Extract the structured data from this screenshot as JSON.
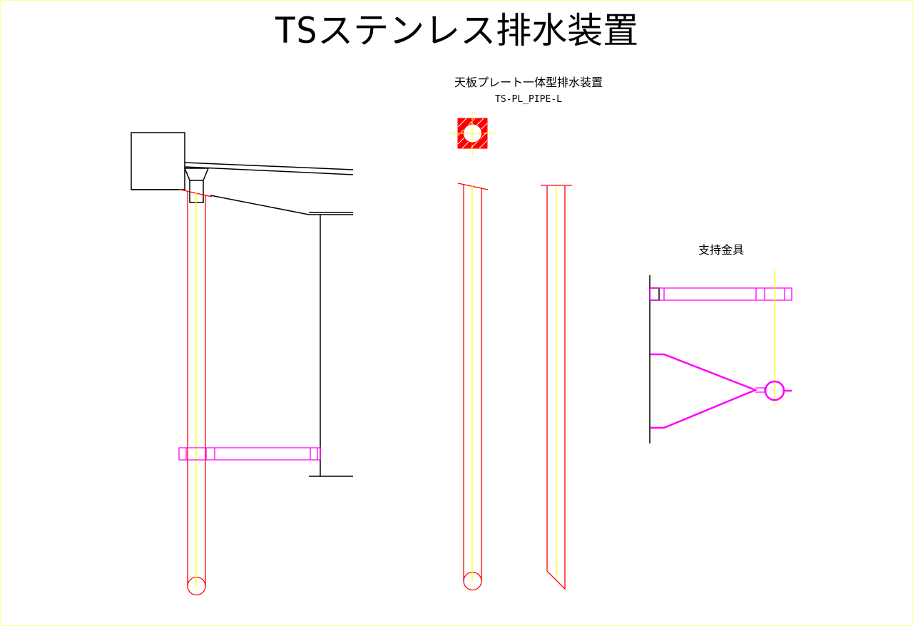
{
  "title": "TSステンレス排水装置",
  "product": {
    "name": "天板プレート一体型排水装置",
    "code": "TS-PL_PIPE-L"
  },
  "bracket_label": "支持金具",
  "colors": {
    "pipe": "#ff0000",
    "centerline": "#ffff00",
    "bracket": "#ff00ff",
    "structure": "#000000"
  }
}
